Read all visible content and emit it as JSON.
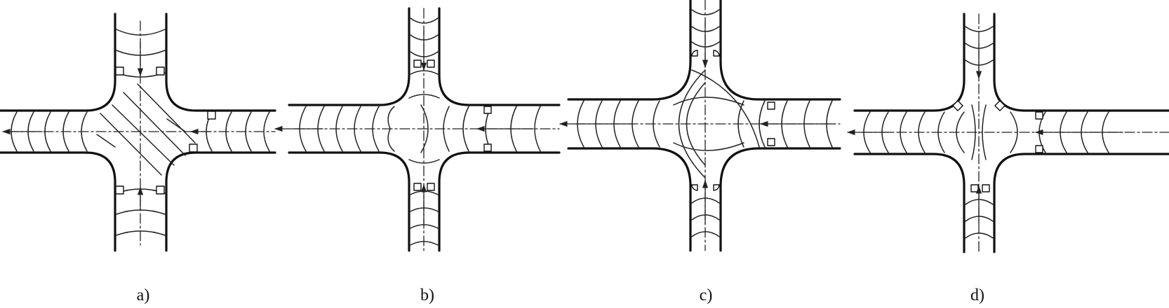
{
  "figure": {
    "panels": [
      {
        "id": "a",
        "label": "a)",
        "style": "oblique"
      },
      {
        "id": "b",
        "label": "b)",
        "style": "scalloped"
      },
      {
        "id": "c",
        "label": "c)",
        "style": "rounded"
      },
      {
        "id": "d",
        "label": "d)",
        "style": "concave"
      }
    ],
    "colors": {
      "wall": "#111111",
      "line": "#222222",
      "background": "#ffffff"
    }
  }
}
